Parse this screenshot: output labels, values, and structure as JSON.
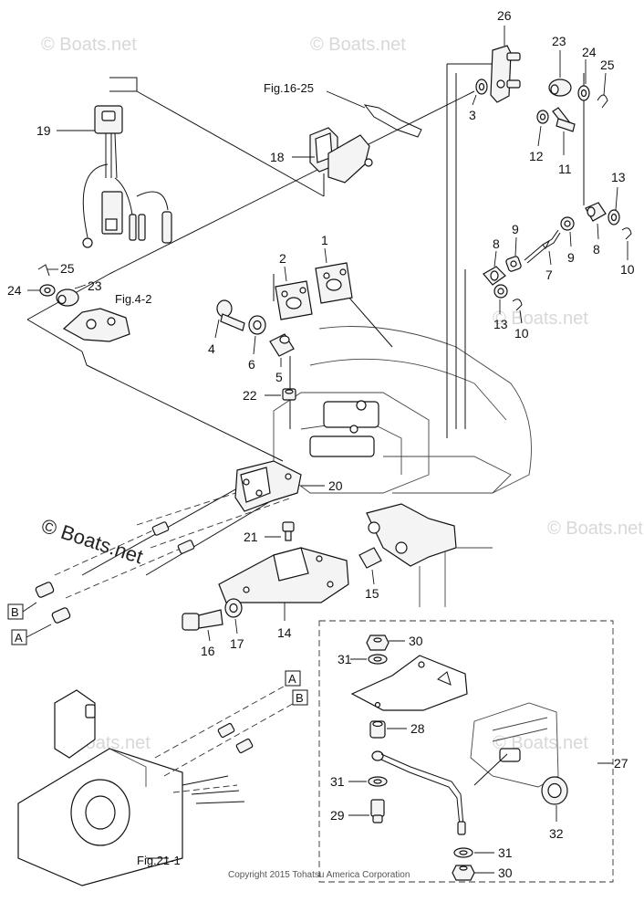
{
  "labels": {
    "l1": "1",
    "l2": "2",
    "l3": "3",
    "l4": "4",
    "l5": "5",
    "l6": "6",
    "l7": "7",
    "l8a": "8",
    "l8b": "8",
    "l9a": "9",
    "l9b": "9",
    "l10a": "10",
    "l10b": "10",
    "l11": "11",
    "l12": "12",
    "l13a": "13",
    "l13b": "13",
    "l14": "14",
    "l15": "15",
    "l16": "16",
    "l17": "17",
    "l18": "18",
    "l19": "19",
    "l20": "20",
    "l21": "21",
    "l22": "22",
    "l23a": "23",
    "l23b": "23",
    "l24a": "24",
    "l24b": "24",
    "l25a": "25",
    "l25b": "25",
    "l26": "26",
    "l27": "27",
    "l28": "28",
    "l29": "29",
    "l30a": "30",
    "l30b": "30",
    "l31a": "31",
    "l31b": "31",
    "l31c": "31",
    "l32": "32"
  },
  "references": {
    "fig16": "Fig.16-25",
    "fig4": "Fig.4-2",
    "fig21": "Fig.21-1"
  },
  "cable_markers": {
    "a_left": "A",
    "b_left": "B",
    "a_right": "A",
    "b_right": "B"
  },
  "watermark": "© Boats.net",
  "copyright": "Copyright 2015 Tohatsu America Corporation",
  "colors": {
    "ink": "#111111",
    "paper": "#ffffff",
    "watermark": "#d8d8d8"
  }
}
